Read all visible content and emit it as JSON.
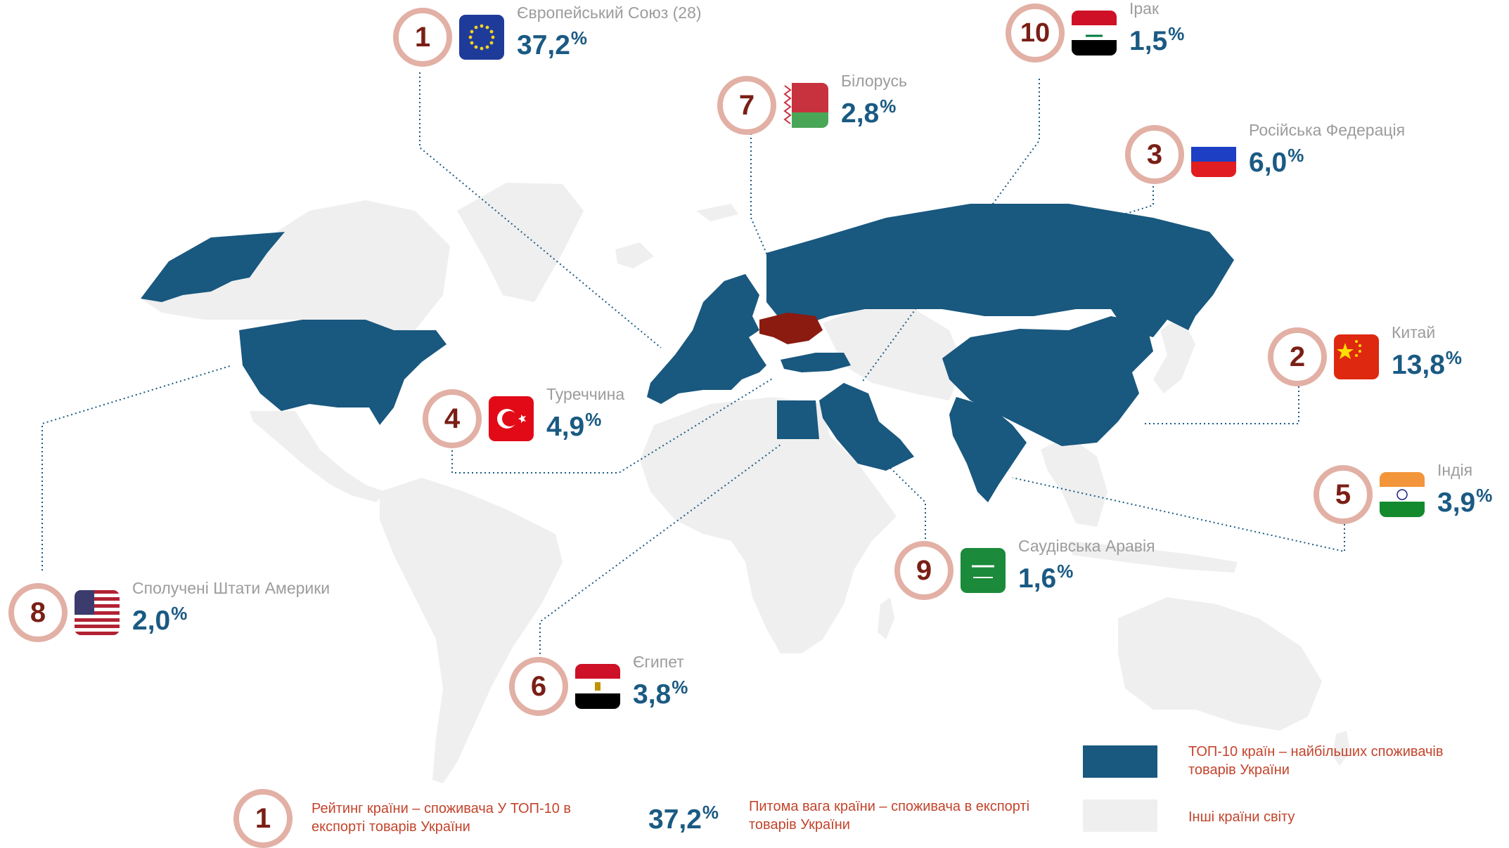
{
  "countries": [
    {
      "rank": "1",
      "name": "Європейський Союз (28)",
      "share": "37,2",
      "flag": "eu-flag-icon"
    },
    {
      "rank": "2",
      "name": "Китай",
      "share": "13,8",
      "flag": "china-flag-icon"
    },
    {
      "rank": "3",
      "name": "Російська Федерація",
      "share": "6,0",
      "flag": "russia-flag-icon"
    },
    {
      "rank": "4",
      "name": "Туреччина",
      "share": "4,9",
      "flag": "turkey-flag-icon"
    },
    {
      "rank": "5",
      "name": "Індія",
      "share": "3,9",
      "flag": "india-flag-icon"
    },
    {
      "rank": "6",
      "name": "Єгипет",
      "share": "3,8",
      "flag": "egypt-flag-icon"
    },
    {
      "rank": "7",
      "name": "Білорусь",
      "share": "2,8",
      "flag": "belarus-flag-icon"
    },
    {
      "rank": "8",
      "name": "Сполучені Штати Америки",
      "share": "2,0",
      "flag": "usa-flag-icon"
    },
    {
      "rank": "9",
      "name": "Саудівська Аравія",
      "share": "1,6",
      "flag": "saudi-flag-icon"
    },
    {
      "rank": "10",
      "name": "Ірак",
      "share": "1,5",
      "flag": "iraq-flag-icon"
    }
  ],
  "percent_sign": "%",
  "legend": {
    "rank_example": "1",
    "rank_text": "Рейтинг країни – споживача У ТОП-10 в експорті товарів України",
    "share_example": "37,2",
    "share_text": "Питома вага країни – споживача в експорті товарів України",
    "top10_label": "ТОП-10 країн – найбільших споживачів товарів України",
    "others_label": "Інші країни світу"
  },
  "colors": {
    "top10": "#19587f",
    "others": "#efefef",
    "ukraine": "#8b1a10",
    "rank_number": "#7a1f16",
    "rank_ring": "#e2b0a5",
    "share_text": "#1a5a83",
    "country_name": "#9c9c9c",
    "legend_text": "#c3442c"
  }
}
